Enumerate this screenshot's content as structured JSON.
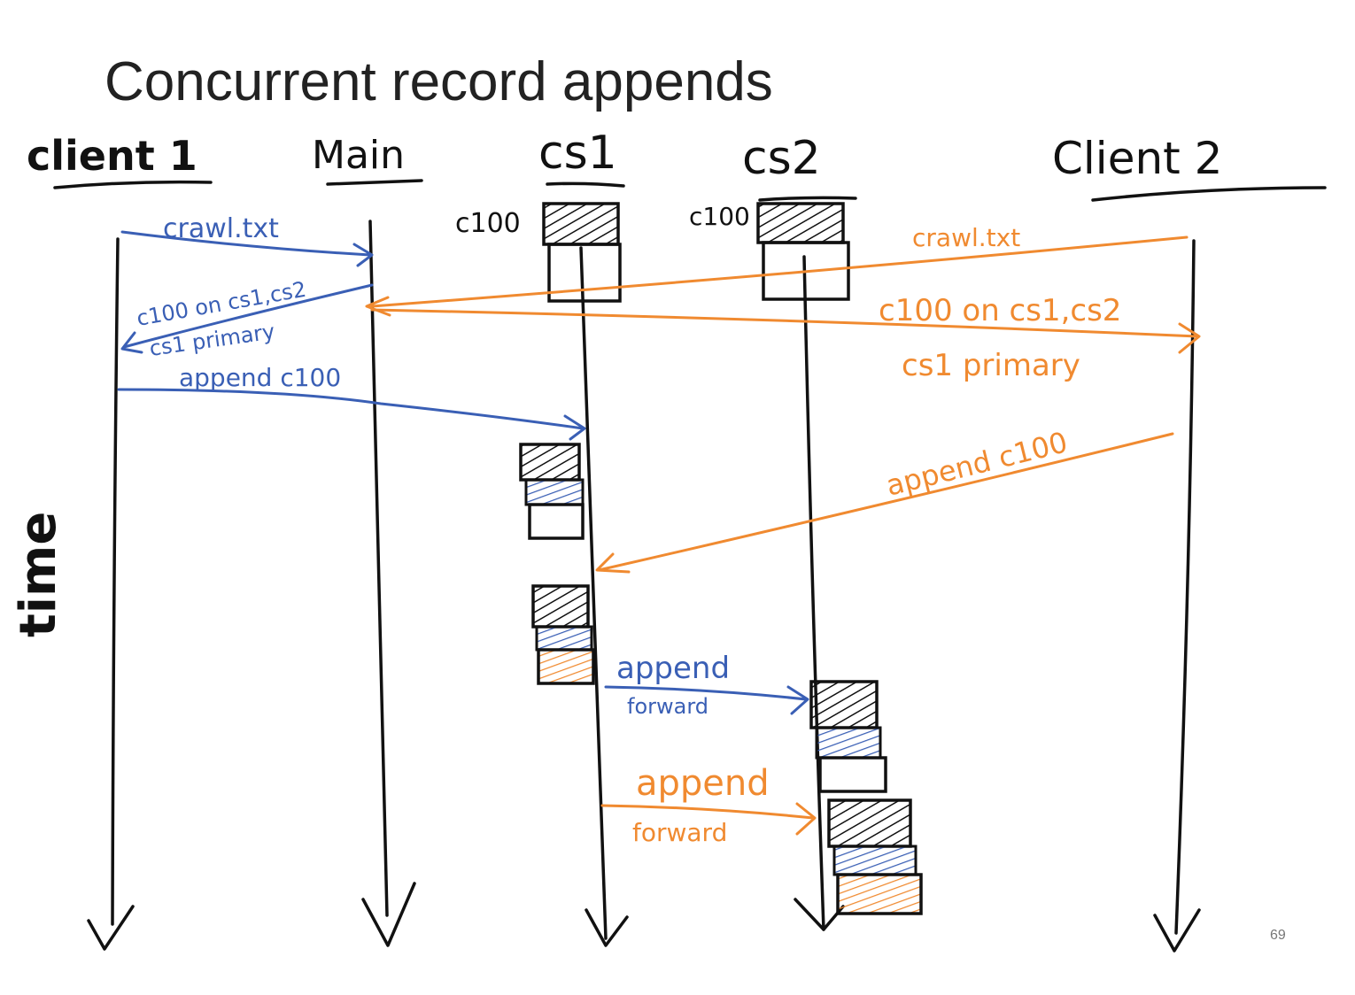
{
  "slide": {
    "title": "Concurrent record appends",
    "page_number": "69"
  },
  "participants": [
    {
      "id": "client1",
      "label": "client 1"
    },
    {
      "id": "main",
      "label": "Main"
    },
    {
      "id": "cs1",
      "label": "cs1"
    },
    {
      "id": "cs2",
      "label": "cs2"
    },
    {
      "id": "client2",
      "label": "Client 2"
    }
  ],
  "chunk_labels": {
    "cs1": "c100",
    "cs2": "c100"
  },
  "axis": {
    "label": "time"
  },
  "messages": {
    "client1_request": "crawl.txt",
    "client1_reply_line1": "c100 on cs1,cs2",
    "client1_reply_line2": "cs1 primary",
    "client1_append": "append c100",
    "client2_request": "crawl.txt",
    "client2_reply_line1": "c100 on cs1,cs2",
    "client2_reply_line2": "cs1 primary",
    "client2_append": "append c100",
    "forward1_line1": "append",
    "forward1_line2": "forward",
    "forward2_line1": "append",
    "forward2_line2": "forward"
  },
  "colors": {
    "client1": "#3a5fb5",
    "client2": "#f08a30",
    "ink": "#111111",
    "title": "#222222",
    "page_number": "#777777"
  }
}
